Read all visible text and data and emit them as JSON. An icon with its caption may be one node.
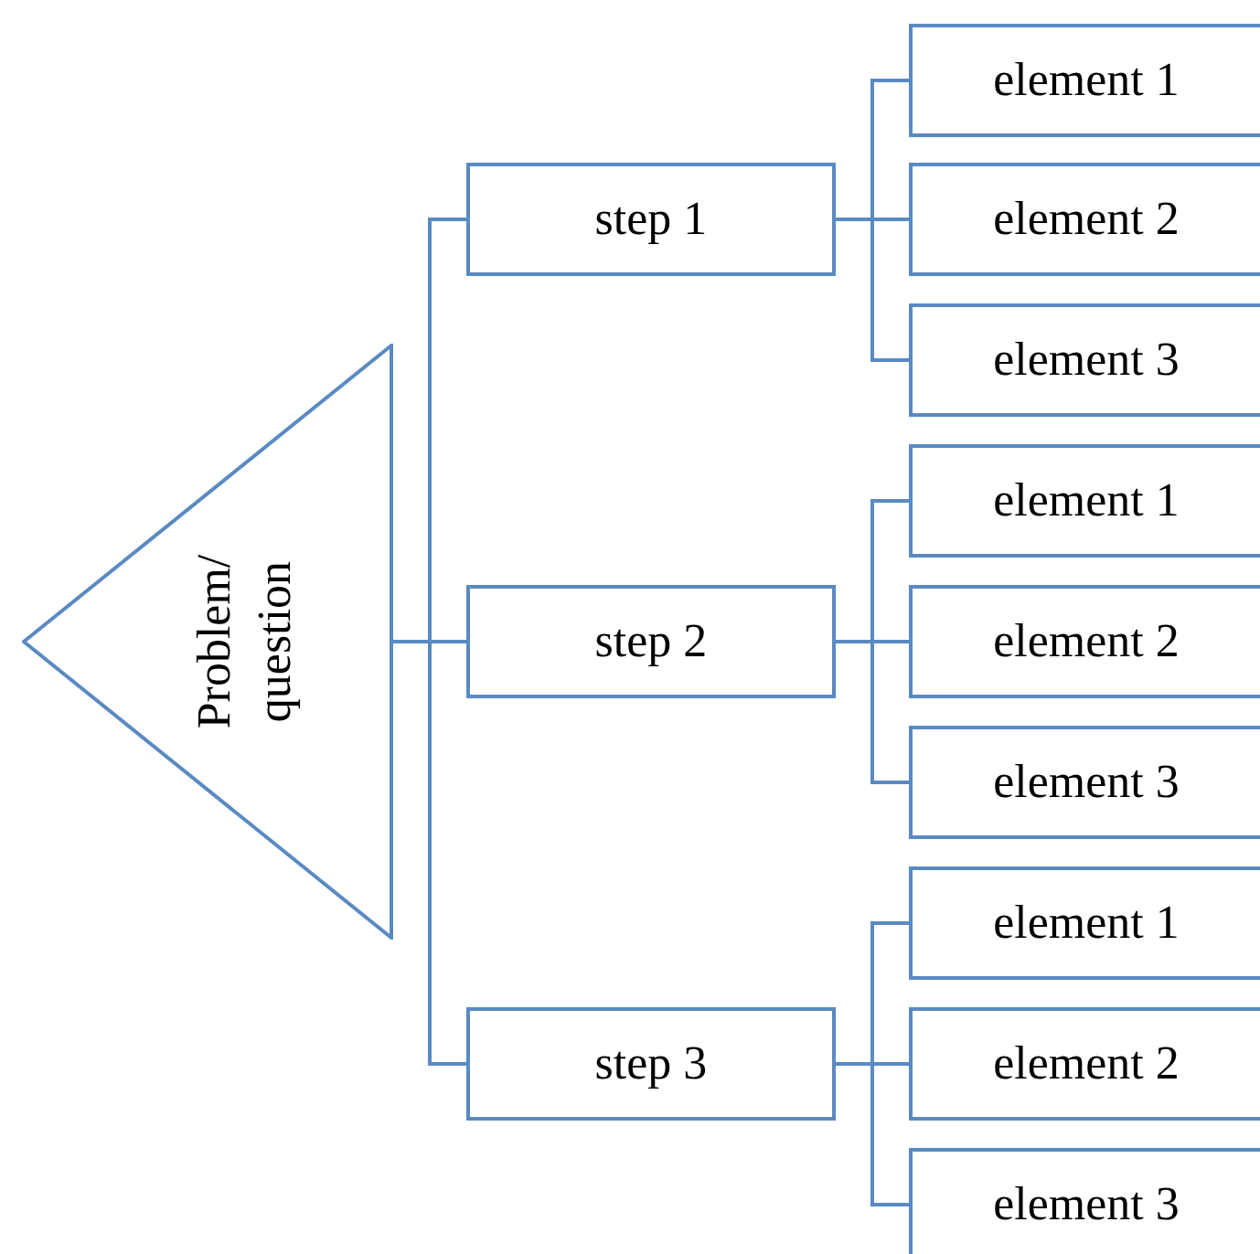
{
  "diagram": {
    "nodes": [
      {
        "text": [
          "Problem/ question"
        ]
      },
      {
        "text": [
          "step 1"
        ]
      },
      {
        "text": [
          "element 1"
        ]
      },
      {
        "text": [
          "element 2"
        ]
      },
      {
        "text": [
          "element 3"
        ]
      },
      {
        "text": [
          "step 2"
        ]
      },
      {
        "text": [
          "element 1"
        ]
      },
      {
        "text": [
          "element 2"
        ]
      },
      {
        "text": [
          "element 3"
        ]
      },
      {
        "text": [
          "step 3"
        ]
      },
      {
        "text": [
          "element 1"
        ]
      },
      {
        "text": [
          "element 2"
        ]
      },
      {
        "text": [
          "element 3"
        ]
      }
    ],
    "edges": [
      {
        "from": 0,
        "to": 1,
        "arrow": "none"
      },
      {
        "from": 0,
        "to": 5,
        "arrow": "none"
      },
      {
        "from": 0,
        "to": 9,
        "arrow": "none"
      },
      {
        "from": 1,
        "to": 2,
        "arrow": "none"
      },
      {
        "from": 1,
        "to": 3,
        "arrow": "none"
      },
      {
        "from": 1,
        "to": 4,
        "arrow": "none"
      },
      {
        "from": 5,
        "to": 6,
        "arrow": "none"
      },
      {
        "from": 5,
        "to": 7,
        "arrow": "none"
      },
      {
        "from": 5,
        "to": 8,
        "arrow": "none"
      },
      {
        "from": 9,
        "to": 10,
        "arrow": "none"
      },
      {
        "from": 9,
        "to": 11,
        "arrow": "none"
      },
      {
        "from": 9,
        "to": 12,
        "arrow": "none"
      }
    ]
  }
}
